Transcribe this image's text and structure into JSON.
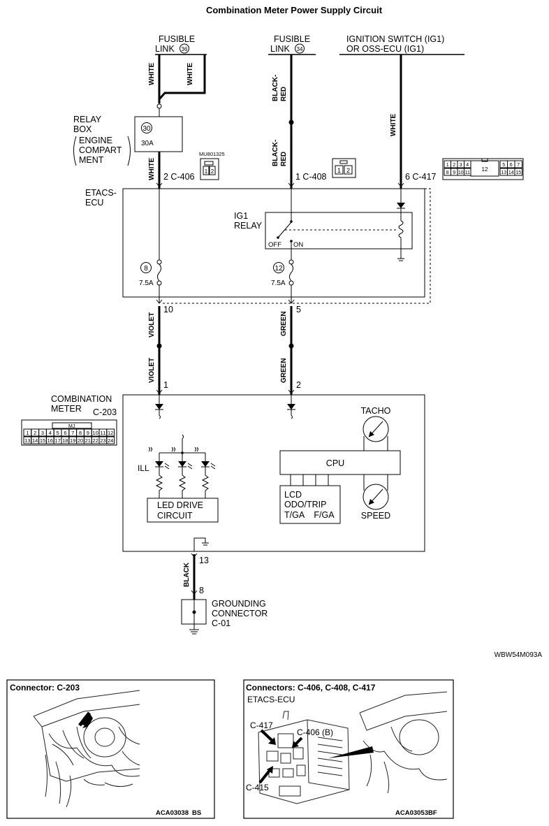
{
  "title": "Combination Meter Power Supply Circuit",
  "sources": {
    "fusible_link_36": {
      "line1": "FUSIBLE",
      "line2": "LINK",
      "num": "36"
    },
    "fusible_link_34": {
      "line1": "FUSIBLE",
      "line2": "LINK",
      "num": "34"
    },
    "ignition": {
      "line1": "IGNITION SWITCH (IG1)",
      "line2": "OR OSS-ECU (IG1)"
    }
  },
  "wire_colors": {
    "white": "WHITE",
    "black_red_a": "BLACK-",
    "black_red_b": "RED",
    "violet": "VIOLET",
    "green": "GREEN",
    "black": "BLACK"
  },
  "relay_box": {
    "line1": "RELAY",
    "line2": "BOX",
    "loc1": "ENGINE",
    "loc2": "COMPART",
    "loc3": "MENT",
    "fuse_num": "30",
    "fuse_rating": "30A",
    "part_no": "MU801325"
  },
  "connectors": {
    "c406": "2 C-406",
    "c408": "1 C-408",
    "c417": "6 C-417",
    "c406_pins": [
      "1",
      "2"
    ],
    "c408_pins": [
      "1",
      "2"
    ],
    "c417_row1": [
      "1",
      "2",
      "3",
      "4",
      "5",
      "6",
      "7"
    ],
    "c417_mid": "12",
    "c417_row2": [
      "8",
      "9",
      "10",
      "11",
      "13",
      "14",
      "15"
    ]
  },
  "etacs": {
    "label1": "ETACS-",
    "label2": "ECU",
    "relay_label1": "IG1",
    "relay_label2": "RELAY",
    "off": "OFF",
    "on": "ON",
    "fuse8_num": "8",
    "fuse8_rating": "7.5A",
    "fuse12_num": "12",
    "fuse12_rating": "7.5A",
    "pin10": "10",
    "pin5": "5"
  },
  "meter": {
    "label1": "COMBINATION",
    "label2": "METER",
    "connector": "C-203",
    "connector_tag": "MJ",
    "pins_row1": [
      "1",
      "2",
      "3",
      "4",
      "5",
      "6",
      "7",
      "8",
      "9",
      "10",
      "11",
      "12"
    ],
    "pins_row2": [
      "13",
      "14",
      "15",
      "16",
      "17",
      "18",
      "19",
      "20",
      "21",
      "22",
      "23",
      "24"
    ],
    "pin1": "1",
    "pin2": "2",
    "pin13": "13",
    "ill": "ILL",
    "led_drive1": "LED DRIVE",
    "led_drive2": "CIRCUIT",
    "cpu": "CPU",
    "tacho": "TACHO",
    "speed": "SPEED",
    "lcd1": "LCD",
    "lcd2": "ODO/TRIP",
    "lcd3": "T/GA    F/GA"
  },
  "ground": {
    "pin8": "8",
    "label1": "GROUNDING",
    "label2": "CONNECTOR",
    "label3": "C-01"
  },
  "figure_code": "WBW54M093A",
  "panel_left": {
    "title": "Connector: C-203",
    "code_a": "ACA03038",
    "code_b": "BS"
  },
  "panel_right": {
    "title": "Connectors: C-406, C-408, C-417",
    "subtitle": "ETACS-ECU",
    "label_417": "C-417",
    "label_406": "C-406 (B)",
    "label_415": "C-415",
    "code": "ACA03053BF"
  }
}
